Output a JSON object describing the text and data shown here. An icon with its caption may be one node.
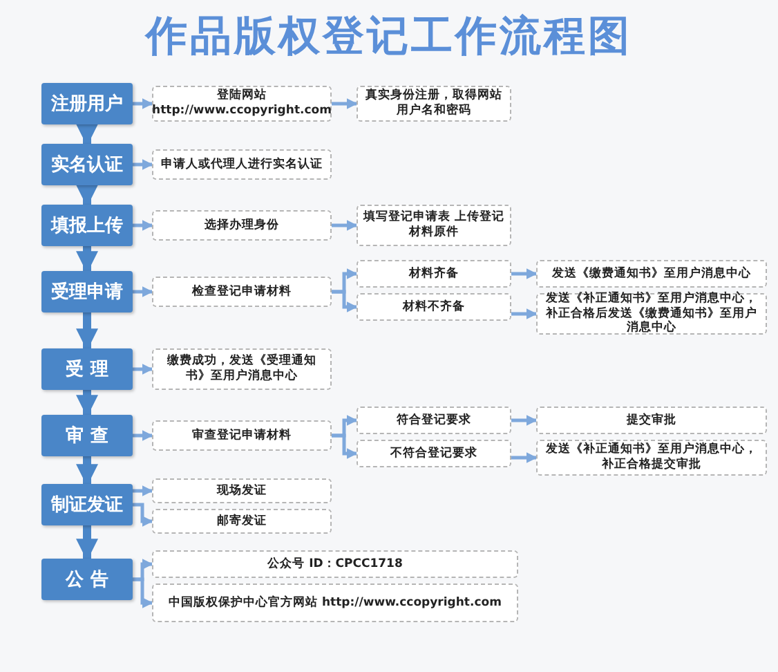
{
  "diagram": {
    "title": "作品版权登记工作流程图",
    "nodes": [
      {
        "text": [
          "注册用户"
        ]
      },
      {
        "text": [
          "登陆网站 http://www.ccopyright.com"
        ]
      },
      {
        "text": [
          "真实身份注册，取得网站用户名和密码"
        ]
      },
      {
        "text": [
          "实名认证"
        ]
      },
      {
        "text": [
          "申请人或代理人进行实名认证"
        ]
      },
      {
        "text": [
          "填报上传"
        ]
      },
      {
        "text": [
          "选择办理身份"
        ]
      },
      {
        "text": [
          "填写登记申请表 上传登记材料原件"
        ]
      },
      {
        "text": [
          "受理申请"
        ]
      },
      {
        "text": [
          "检查登记申请材料"
        ]
      },
      {
        "text": [
          "材料齐备"
        ]
      },
      {
        "text": [
          "发送《缴费通知书》至用户消息中心"
        ]
      },
      {
        "text": [
          "材料不齐备"
        ]
      },
      {
        "text": [
          "发送《补正通知书》至用户消息中心，补正合格后发送《缴费通知书》至用户消息中心"
        ]
      },
      {
        "text": [
          "受 理"
        ]
      },
      {
        "text": [
          "缴费成功，发送《受理通知书》至用户消息中心"
        ]
      },
      {
        "text": [
          "审 查"
        ]
      },
      {
        "text": [
          "审查登记申请材料"
        ]
      },
      {
        "text": [
          "符合登记要求"
        ]
      },
      {
        "text": [
          "提交审批"
        ]
      },
      {
        "text": [
          "不符合登记要求"
        ]
      },
      {
        "text": [
          "发送《补正通知书》至用户消息中心，补正合格提交审批"
        ]
      },
      {
        "text": [
          "制证发证"
        ]
      },
      {
        "text": [
          "现场发证"
        ]
      },
      {
        "text": [
          "邮寄发证"
        ]
      },
      {
        "text": [
          "公 告"
        ]
      },
      {
        "text": [
          "公众号 ID：CPCC1718"
        ]
      },
      {
        "text": [
          "中国版权保护中心官方网站 http://www.ccopyright.com"
        ]
      }
    ],
    "edges": [
      {
        "from": 0,
        "to": 3,
        "arrow": "to",
        "style": "thick"
      },
      {
        "from": 3,
        "to": 5,
        "arrow": "to",
        "style": "thick"
      },
      {
        "from": 5,
        "to": 8,
        "arrow": "to",
        "style": "thick"
      },
      {
        "from": 8,
        "to": 14,
        "arrow": "to",
        "style": "thick"
      },
      {
        "from": 14,
        "to": 16,
        "arrow": "to",
        "style": "thick"
      },
      {
        "from": 16,
        "to": 22,
        "arrow": "to",
        "style": "thick"
      },
      {
        "from": 22,
        "to": 25,
        "arrow": "to",
        "style": "thick"
      },
      {
        "from": 0,
        "to": 1,
        "arrow": "to"
      },
      {
        "from": 1,
        "to": 2,
        "arrow": "to"
      },
      {
        "from": 3,
        "to": 4,
        "arrow": "to"
      },
      {
        "from": 5,
        "to": 6,
        "arrow": "to"
      },
      {
        "from": 6,
        "to": 7,
        "arrow": "to"
      },
      {
        "from": 8,
        "to": 9,
        "arrow": "to"
      },
      {
        "from": 9,
        "to": 10,
        "arrow": "to"
      },
      {
        "from": 9,
        "to": 12,
        "arrow": "to"
      },
      {
        "from": 10,
        "to": 11,
        "arrow": "to"
      },
      {
        "from": 12,
        "to": 13,
        "arrow": "to"
      },
      {
        "from": 14,
        "to": 15,
        "arrow": "to"
      },
      {
        "from": 16,
        "to": 17,
        "arrow": "to"
      },
      {
        "from": 17,
        "to": 18,
        "arrow": "to"
      },
      {
        "from": 17,
        "to": 20,
        "arrow": "to"
      },
      {
        "from": 18,
        "to": 19,
        "arrow": "to"
      },
      {
        "from": 20,
        "to": 21,
        "arrow": "to"
      },
      {
        "from": 22,
        "to": 23,
        "arrow": "to"
      },
      {
        "from": 22,
        "to": 24,
        "arrow": "to"
      },
      {
        "from": 25,
        "to": 26,
        "arrow": "to"
      },
      {
        "from": 25,
        "to": 27,
        "arrow": "to"
      }
    ]
  }
}
